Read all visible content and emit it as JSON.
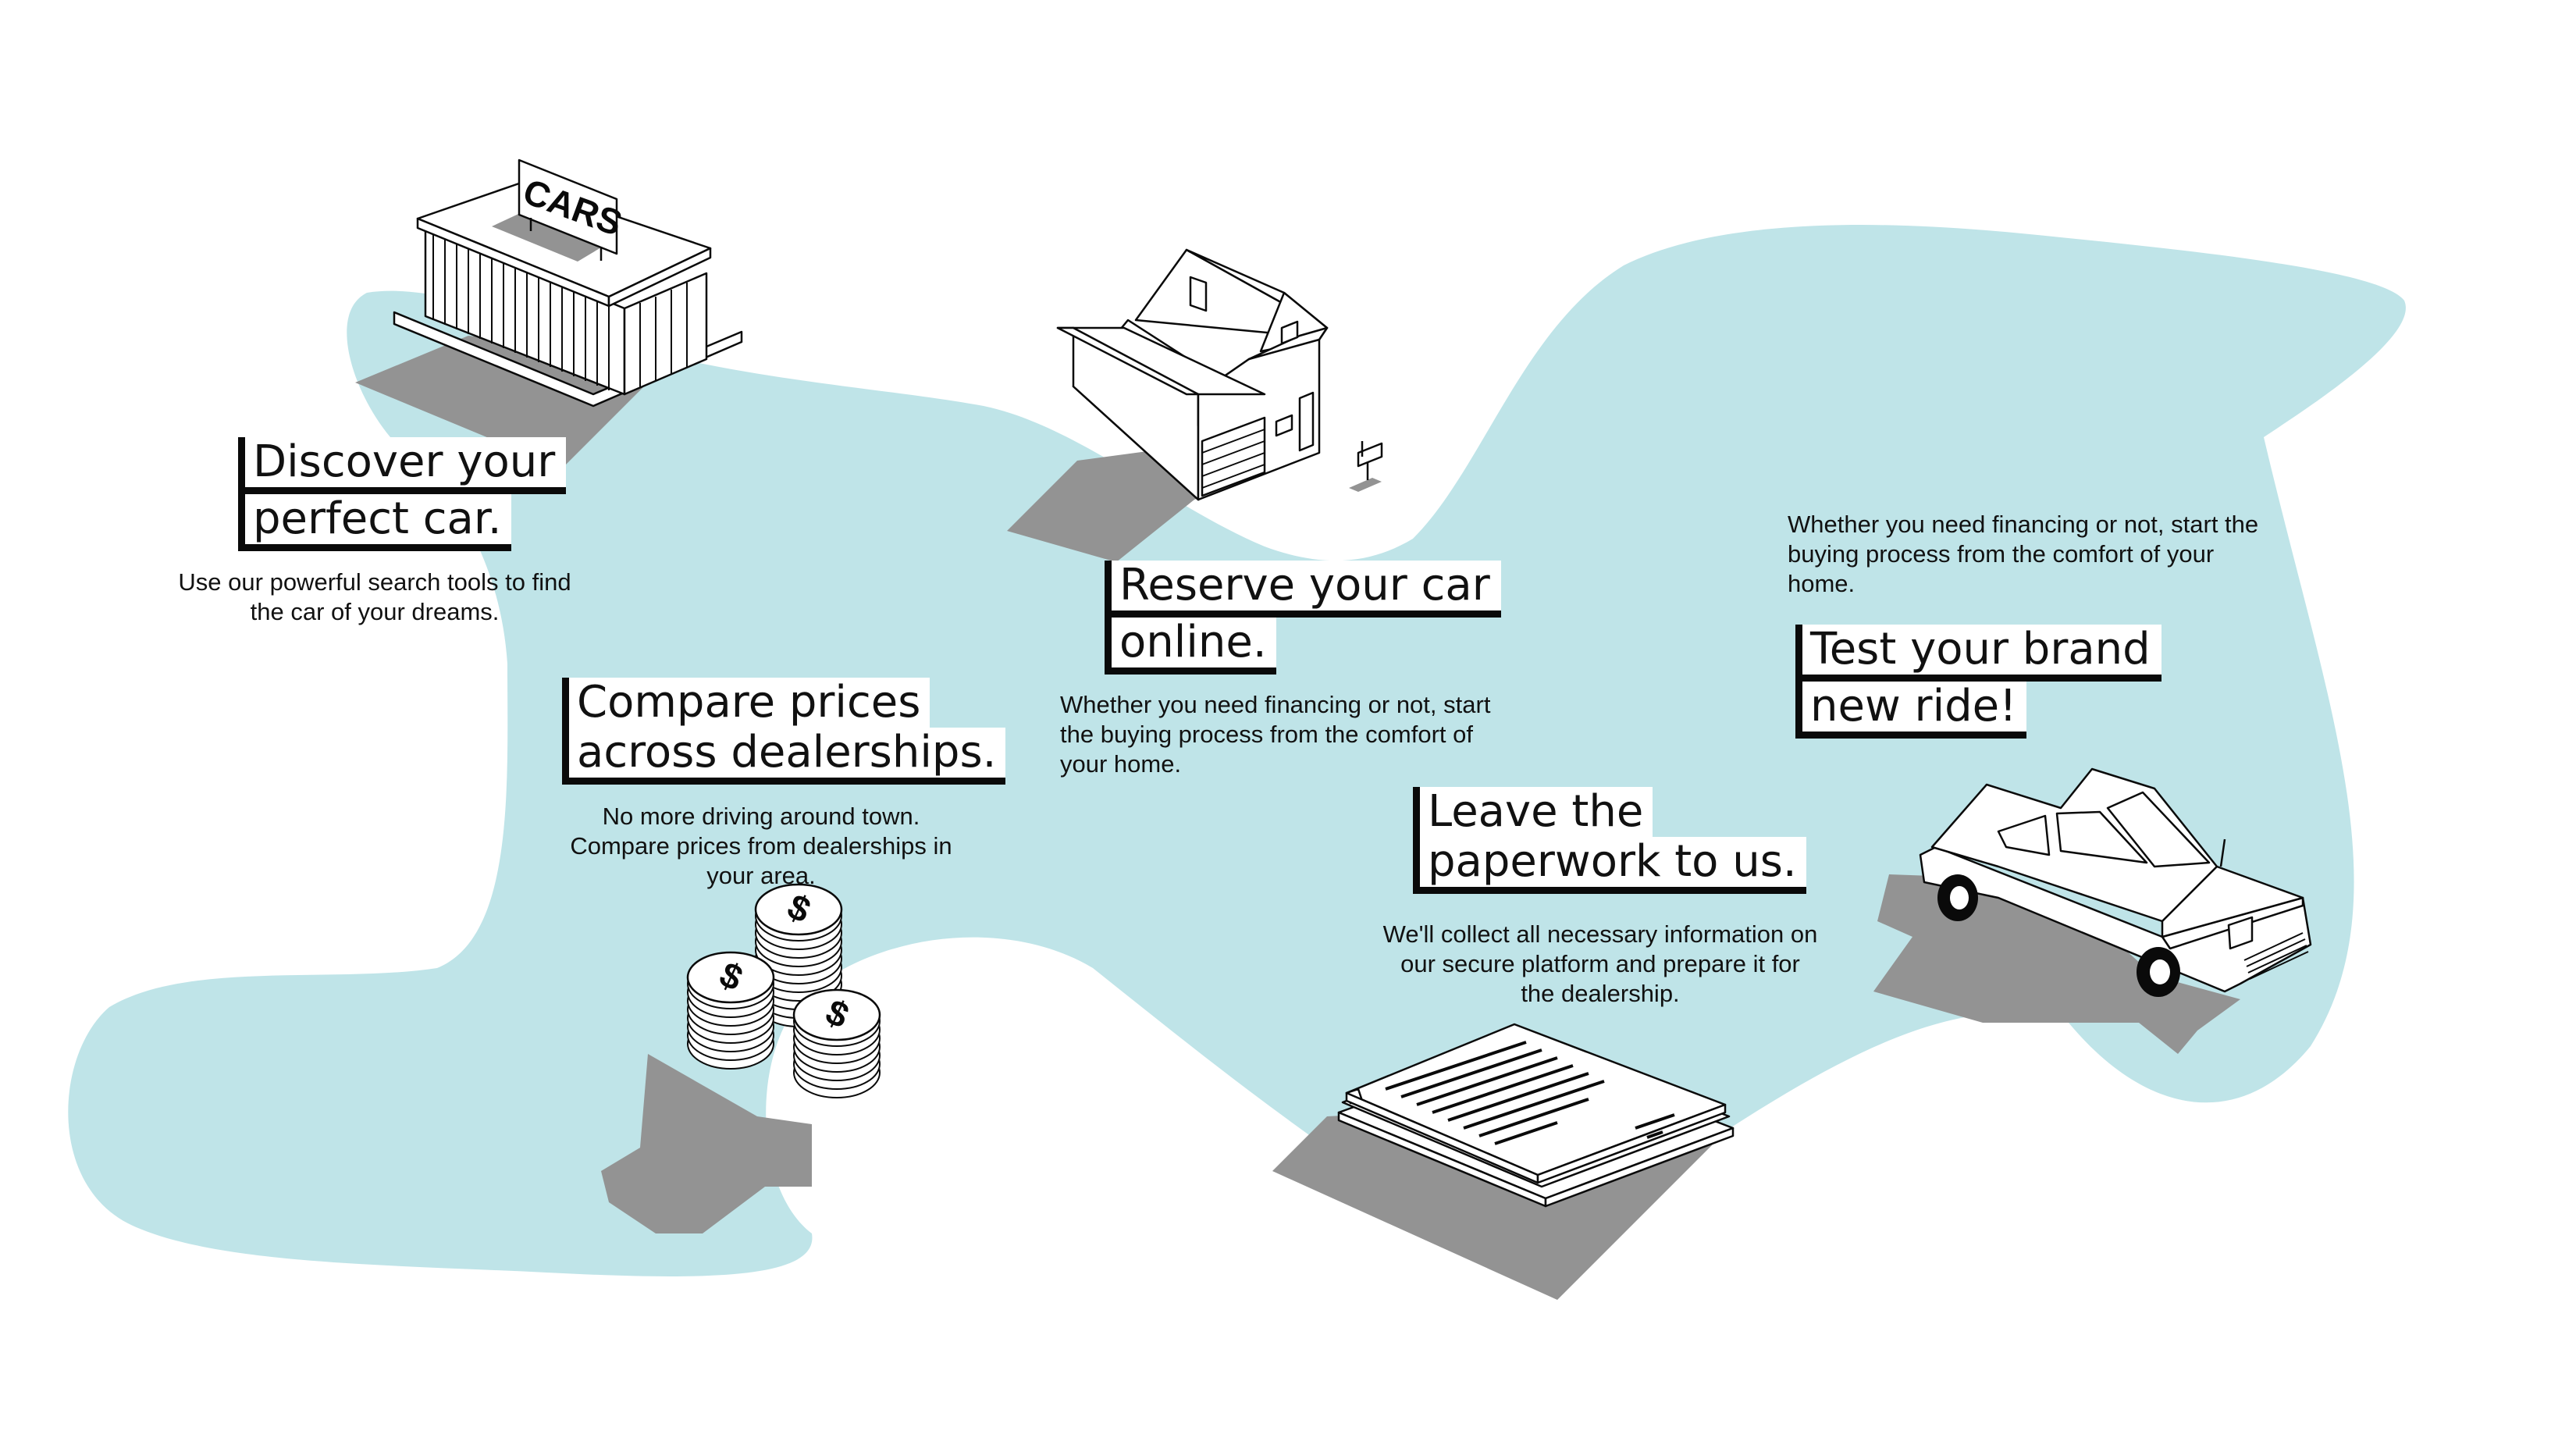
{
  "palette": {
    "blob": "#bfe4e8",
    "shadow": "#939393",
    "ink": "#0a0a0a",
    "paper": "#ffffff"
  },
  "illustrations": {
    "dealership_sign": "CARS",
    "dealership_icon": "car-dealership-icon",
    "house_icon": "house-icon",
    "coins_icon": "dollar-coins-icon",
    "coin_symbol": "$",
    "documents_icon": "documents-icon",
    "car_icon": "sedan-car-icon"
  },
  "steps": [
    {
      "title_lines": [
        "Discover your",
        "perfect car."
      ],
      "description": "Use our powerful search tools to find the car of your dreams."
    },
    {
      "title_lines": [
        "Compare prices",
        "across dealerships."
      ],
      "description": "No more driving around town. Compare prices from dealerships in your area."
    },
    {
      "title_lines": [
        "Reserve your car",
        "online."
      ],
      "description": "Whether you need financing or not, start the buying process from the comfort of your home."
    },
    {
      "title_lines": [
        "Leave the",
        "paperwork to us."
      ],
      "description": "We'll collect all necessary information on our secure platform and prepare it for the dealership."
    },
    {
      "title_lines": [
        "Test your brand",
        "new ride!"
      ],
      "description": "Whether you need financing or not, start the buying process from the comfort of your home."
    }
  ]
}
